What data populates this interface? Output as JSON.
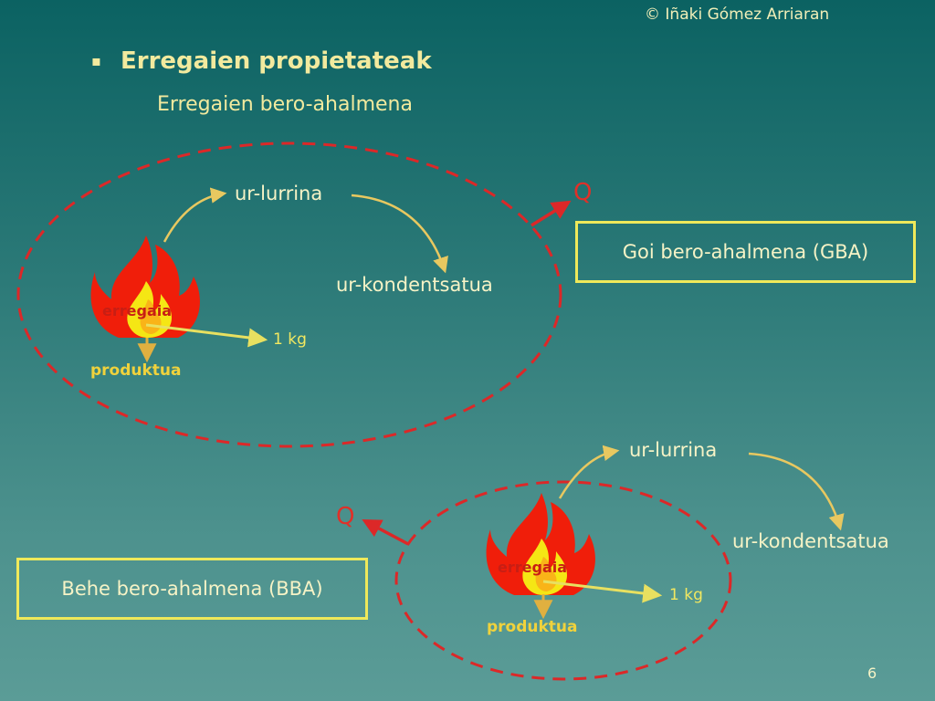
{
  "header": {
    "copyright": "© Iñaki Gómez Arriaran",
    "bullet": "▪",
    "title": "Erregaien propietateak",
    "subtitle": "Erregaien bero-ahalmena"
  },
  "top_diagram": {
    "steam_label": "ur-lurrina",
    "condensed_label": "ur-kondentsatua",
    "fuel_label": "erregaia",
    "mass_label": "1 kg",
    "product_label": "produktua",
    "heat_label": "Q",
    "box_label": "Goi bero-ahalmena (GBA)"
  },
  "bottom_diagram": {
    "steam_label": "ur-lurrina",
    "condensed_label": "ur-kondentsatua",
    "fuel_label": "erregaia",
    "mass_label": "1 kg",
    "product_label": "produktua",
    "heat_label": "Q",
    "box_label": "Behe bero-ahalmena (BBA)"
  },
  "footer": {
    "page_number": "6"
  },
  "colors": {
    "boundary": "#dc2828",
    "arrow_curve": "#e8c860",
    "box_border": "#efe95a",
    "flame_outer": "#f01e0a",
    "flame_inner": "#f5e614"
  },
  "icons": [
    "flame-icon",
    "heat-arrow-icon",
    "curved-arrow-icon"
  ]
}
